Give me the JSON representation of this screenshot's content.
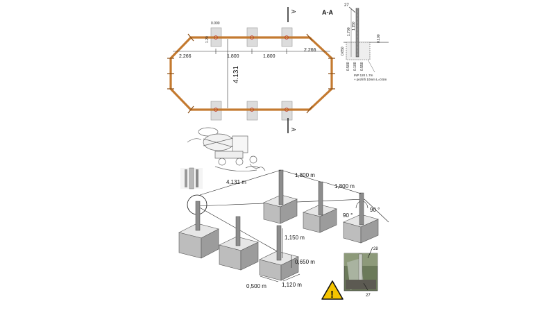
{
  "plan": {
    "dim_left": "2.266",
    "dim_mid1": "1.800",
    "dim_mid2": "1.800",
    "dim_right": "2.266",
    "dim_width": "4.131",
    "dim_post_w": "0.000",
    "dim_post_h": "1.20"
  },
  "section": {
    "marker": "A-A",
    "callout": "27",
    "dim_1700": "1.700",
    "dim_1150": "1.150",
    "dim_0650": "0.650",
    "dim_0500": "0.500",
    "dim_0100": "0.100",
    "dim_0550": "0.550",
    "dim_0100b": "0.100",
    "note1": "INP 120 1.7m",
    "note2": "+ profil fi 10mm L=0.5m",
    "cut_label_top": "A",
    "cut_label_bottom": "A"
  },
  "iso": {
    "dim_4131": "4,131 m",
    "dim_1800a": "1,800 m",
    "dim_1800b": "1,800 m",
    "dim_1150": "1,150 m",
    "dim_0650": "0,650 m",
    "dim_0500": "0,500 m",
    "dim_1120": "1,120 m",
    "angle1": "90 °",
    "angle2": "90 °",
    "callout_28": "28",
    "callout_27": "27",
    "warning_glyph": "!"
  },
  "colors": {
    "fence": "#c47a30",
    "footing": "#d8d8d8",
    "warning": "#f5c400"
  }
}
